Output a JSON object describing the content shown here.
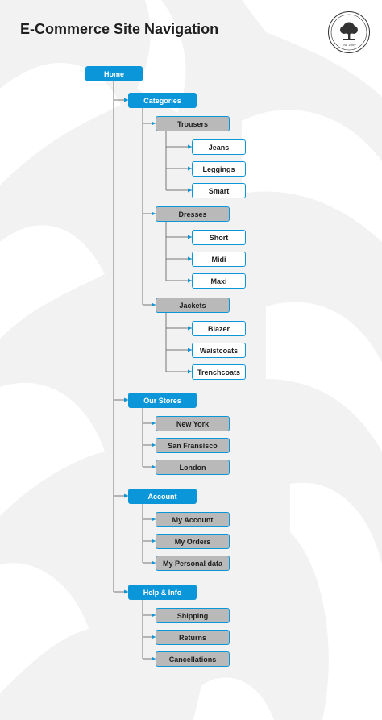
{
  "title": "E-Commerce Site Navigation",
  "logo": {
    "est": "Est. 2009",
    "icon": "tree-icon"
  },
  "colors": {
    "accent": "#0b96d9",
    "level2": "#b9b9b9",
    "leaf": "#ffffff",
    "line": "#777777"
  },
  "tree": {
    "home": "Home",
    "categories": {
      "label": "Categories",
      "trousers": {
        "label": "Trousers",
        "items": [
          "Jeans",
          "Leggings",
          "Smart"
        ]
      },
      "dresses": {
        "label": "Dresses",
        "items": [
          "Short",
          "Midi",
          "Maxi"
        ]
      },
      "jackets": {
        "label": "Jackets",
        "items": [
          "Blazer",
          "Waistcoats",
          "Trenchcoats"
        ]
      }
    },
    "our_stores": {
      "label": "Our Stores",
      "items": [
        "New York",
        "San Fransisco",
        "London"
      ]
    },
    "account": {
      "label": "Account",
      "items": [
        "My Account",
        "My Orders",
        "My Personal data"
      ]
    },
    "help_info": {
      "label": "Help & Info",
      "items": [
        "Shipping",
        "Returns",
        "Cancellations"
      ]
    }
  }
}
